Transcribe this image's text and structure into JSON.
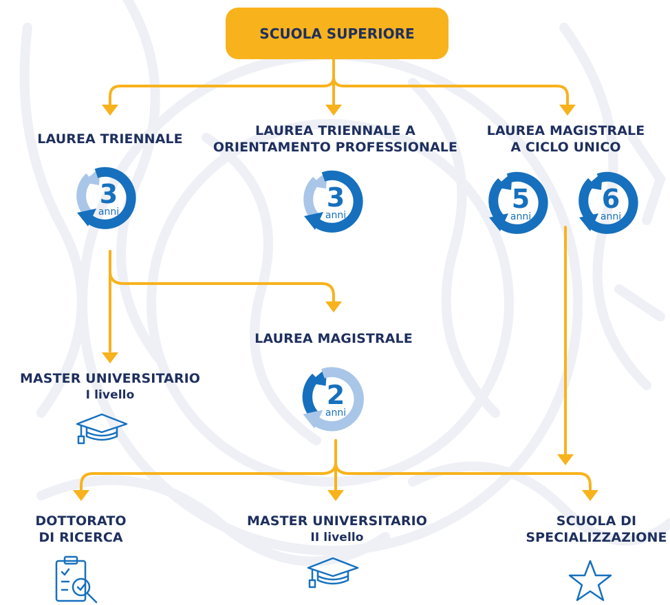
{
  "top": {
    "label": "SCUOLA SUPERIORE"
  },
  "laurea_triennale": {
    "label": "LAUREA TRIENNALE",
    "years": "3",
    "unit": "anni"
  },
  "triennale_professionale": {
    "line1": "LAUREA TRIENNALE A",
    "line2": "ORIENTAMENTO PROFESSIONALE",
    "years": "3",
    "unit": "anni"
  },
  "magistrale_ciclo_unico": {
    "line1": "LAUREA MAGISTRALE",
    "line2": "A CICLO UNICO",
    "years_a": "5",
    "years_b": "6",
    "unit": "anni"
  },
  "laurea_magistrale": {
    "label": "LAUREA MAGISTRALE",
    "years": "2",
    "unit": "anni"
  },
  "master_1": {
    "line1": "MASTER UNIVERSITARIO",
    "line2": "I livello",
    "icon": "graduation-cap-icon"
  },
  "dottorato": {
    "line1": "DOTTORATO",
    "line2": "DI RICERCA",
    "icon": "clipboard-search-icon"
  },
  "master_2": {
    "line1": "MASTER UNIVERSITARIO",
    "line2": "II livello",
    "icon": "graduation-cap-icon"
  },
  "specializzazione": {
    "line1": "SCUOLA DI",
    "line2": "SPECIALIZZAZIONE",
    "icon": "star-icon"
  },
  "colors": {
    "accent": "#f8b21c",
    "text": "#1e2f5e",
    "blue": "#1670bd",
    "light_blue": "#a9c6e8",
    "watermark": "#eef0f6"
  }
}
